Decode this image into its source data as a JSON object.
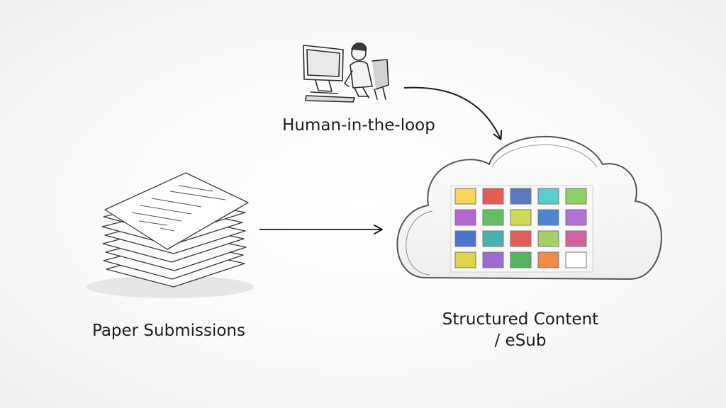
{
  "nodes": {
    "human": {
      "label": "Human-in-the-loop",
      "icon": "person-at-computer-icon"
    },
    "paper": {
      "label": "Paper Submissions",
      "icon": "paper-stack-icon"
    },
    "structured": {
      "label_line1": "Structured Content",
      "label_line2": "/ eSub",
      "icon": "cloud-icon"
    }
  },
  "edges": [
    {
      "from": "human",
      "to": "structured"
    },
    {
      "from": "paper",
      "to": "structured"
    }
  ],
  "grid_colors": [
    [
      "#f3d23a",
      "#e2413b",
      "#3f63b3",
      "#3ec6c8",
      "#7ec84a"
    ],
    [
      "#a84fc8",
      "#4fb24a",
      "#c9d43a",
      "#2e72c9",
      "#a25bd1"
    ],
    [
      "#2e5fc4",
      "#2aa5a2",
      "#e0423f",
      "#95c94b",
      "#c94a8f"
    ],
    [
      "#d9d12f",
      "#8b55c8",
      "#38a845",
      "#f0782a",
      "#ffffff"
    ]
  ],
  "colors": {
    "ink": "#1d1d1d",
    "background": "#f4f4f3"
  }
}
